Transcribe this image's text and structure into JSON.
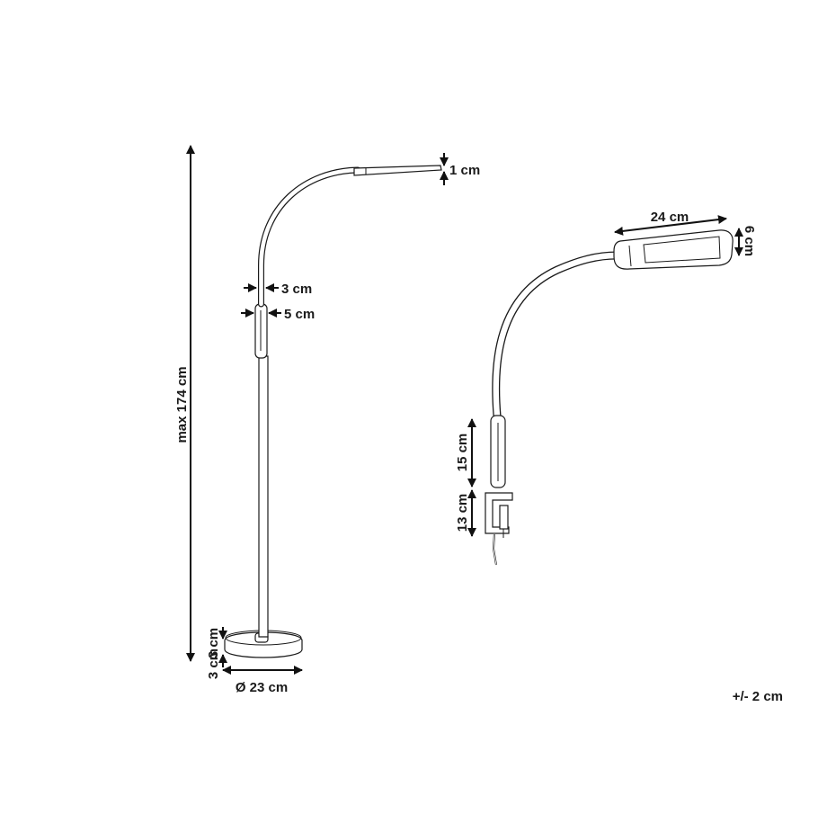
{
  "floor_lamp": {
    "height_label": "max 174 cm",
    "head_thickness_label": "1 cm",
    "neck_width_label": "3 cm",
    "grip_width_label": "5 cm",
    "base_height_label": "3 cm",
    "base_diameter_label": "Ø 23 cm"
  },
  "clamp_lamp": {
    "head_length_label": "24 cm",
    "head_width_label": "6 cm",
    "grip_height_label": "15 cm",
    "clamp_height_label": "13 cm"
  },
  "tolerance_label": "+/- 2 cm"
}
